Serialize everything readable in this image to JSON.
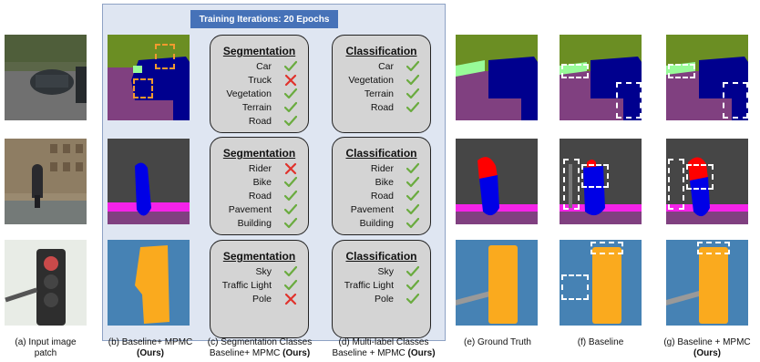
{
  "banner": "Training Iterations: 20 Epochs",
  "rows": [
    {
      "seg_header": "Segmentation",
      "seg_items": [
        {
          "label": "Car",
          "mark": "check"
        },
        {
          "label": "Truck",
          "mark": "cross"
        },
        {
          "label": "Vegetation",
          "mark": "check"
        },
        {
          "label": "Terrain",
          "mark": "check"
        },
        {
          "label": "Road",
          "mark": "check"
        }
      ],
      "cls_header": "Classification",
      "cls_items": [
        {
          "label": "Car",
          "mark": "check"
        },
        {
          "label": "Vegetation",
          "mark": "check"
        },
        {
          "label": "Terrain",
          "mark": "check"
        },
        {
          "label": "Road",
          "mark": "check"
        }
      ]
    },
    {
      "seg_header": "Segmentation",
      "seg_items": [
        {
          "label": "Rider",
          "mark": "cross"
        },
        {
          "label": "Bike",
          "mark": "check"
        },
        {
          "label": "Road",
          "mark": "check"
        },
        {
          "label": "Pavement",
          "mark": "check"
        },
        {
          "label": "Building",
          "mark": "check"
        }
      ],
      "cls_header": "Classification",
      "cls_items": [
        {
          "label": "Rider",
          "mark": "check"
        },
        {
          "label": "Bike",
          "mark": "check"
        },
        {
          "label": "Road",
          "mark": "check"
        },
        {
          "label": "Pavement",
          "mark": "check"
        },
        {
          "label": "Building",
          "mark": "check"
        }
      ]
    },
    {
      "seg_header": "Segmentation",
      "seg_items": [
        {
          "label": "Sky",
          "mark": "check"
        },
        {
          "label": "Traffic Light",
          "mark": "check"
        },
        {
          "label": "Pole",
          "mark": "cross"
        }
      ],
      "cls_header": "Classification",
      "cls_items": [
        {
          "label": "Sky",
          "mark": "check"
        },
        {
          "label": "Traffic Light",
          "mark": "check"
        },
        {
          "label": "Pole",
          "mark": "check"
        }
      ]
    }
  ],
  "captions": {
    "a_line1": "(a) Input image",
    "a_line2": "patch",
    "b_line1": "(b) Baseline+ MPMC",
    "b_line2": "(Ours)",
    "c_line1": "(c) Segmentation Classes",
    "c_line2a": "Baseline+ MPMC ",
    "c_line2b": "(Ours)",
    "d_line1": "(d) Multi-label Classes",
    "d_line2a": "Baseline + MPMC ",
    "d_line2b": "(Ours)",
    "e_line1": "(e) Ground Truth",
    "f_line1": "(f) Baseline",
    "g_line1": "(g) Baseline + MPMC",
    "g_line2": "(Ours)"
  },
  "colors": {
    "panel_bg": "#dfe6f2",
    "banner_bg": "#4672b8",
    "check": "#6aab3f",
    "cross": "#e0322c",
    "vegetation": "#6b8e23",
    "terrain": "#98fb98",
    "road": "#804080",
    "car": "#00008e",
    "building": "#464646",
    "pavement": "#f423e8",
    "rider": "#ff0000",
    "bike": "#0000e6",
    "sky": "#4682b4",
    "traffic_light": "#faaa1e",
    "pole": "#999999"
  }
}
